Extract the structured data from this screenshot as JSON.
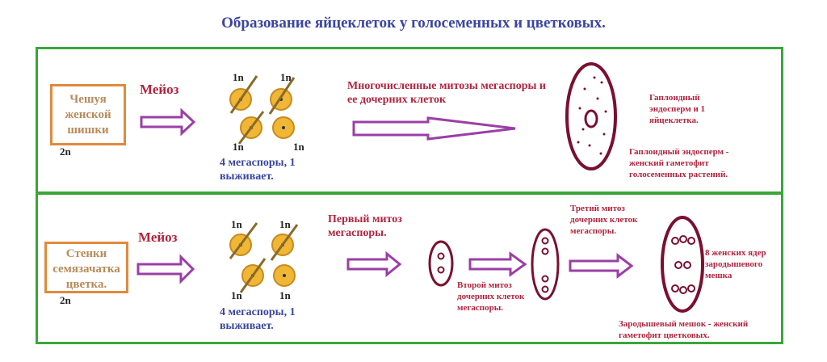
{
  "title": "Образование яйцеклеток у голосеменных и цветковых.",
  "top_panel": {
    "box_label": "Чешуя женской шишки",
    "ploidy_2n": "2n",
    "meiosis_label": "Мейоз",
    "spore_label": "1n",
    "megaspores_caption": "4 мегаспоры, 1 выживает.",
    "mitosis_caption": "Многочисленные митозы мегаспоры и ее дочерних клеток",
    "endosperm_caption": "Гаплоидный эндосперм и 1 яйцеклетка.",
    "gametophyte_caption": "Гаплоидный эндосперм - женский гаметофит голосеменных растений."
  },
  "bottom_panel": {
    "box_label": "Стенки семязачатка цветка.",
    "ploidy_2n": "2n",
    "meiosis_label": "Мейоз",
    "spore_label": "1n",
    "megaspores_caption": "4 мегаспоры, 1 выживает.",
    "first_mitosis_caption": "Первый митоз мегаспоры.",
    "second_mitosis_caption": "Второй митоз дочерних клеток мегаспоры.",
    "third_mitosis_caption": "Третий митоз дочерних клеток мегаспоры.",
    "nuclei_caption": "8 женских ядер зародышевого мешка",
    "embryo_sac_caption": "Зародышевый мешок - женский гаметофит цветковых."
  },
  "colors": {
    "title": "#3a46a0",
    "panel_border": "#3aa63a",
    "box_border": "#e08a3c",
    "arrow": "#9b3fa6",
    "cell": "#f0b636",
    "sac": "#7a1030",
    "text_red": "#b0243e"
  }
}
